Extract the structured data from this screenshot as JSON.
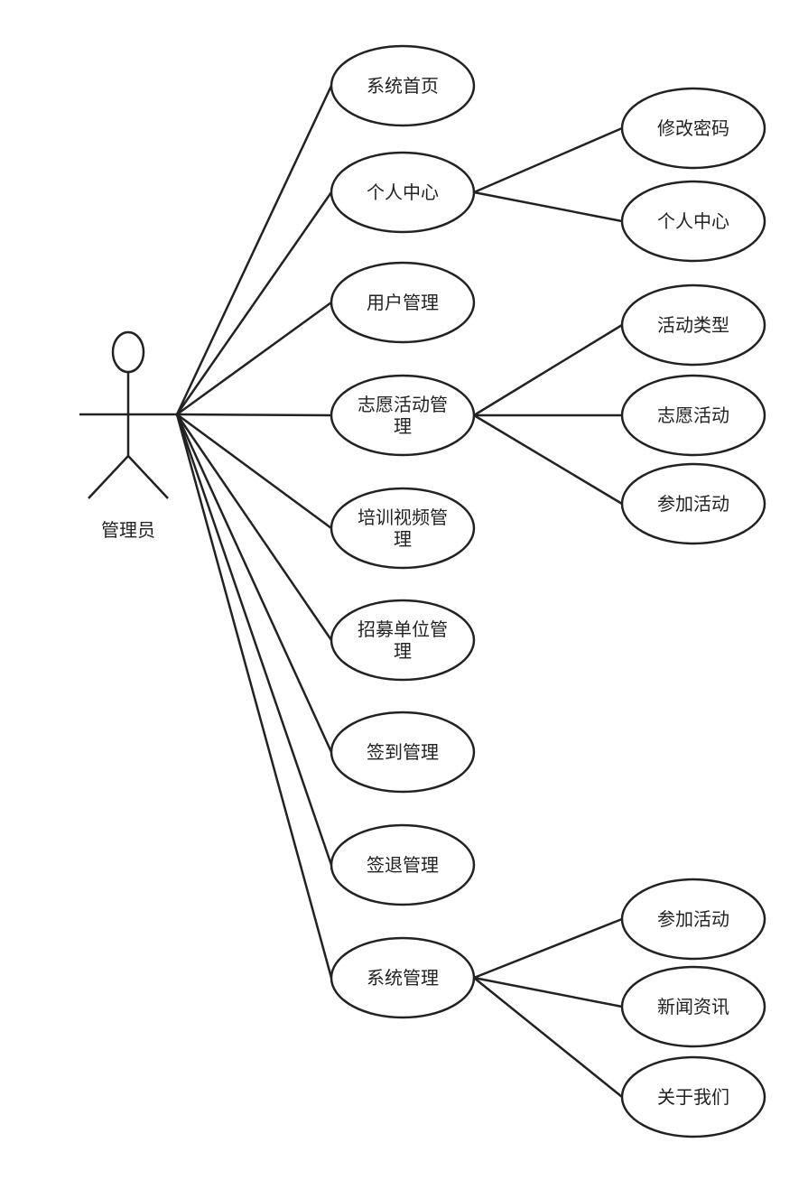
{
  "actor": {
    "label": "管理员"
  },
  "use_cases": [
    {
      "id": "home",
      "lines": [
        "系统首页"
      ],
      "children": []
    },
    {
      "id": "personal",
      "lines": [
        "个人中心"
      ],
      "children": [
        {
          "id": "change-password",
          "lines": [
            "修改密码"
          ]
        },
        {
          "id": "personal-center",
          "lines": [
            "个人中心"
          ]
        }
      ]
    },
    {
      "id": "user-mgmt",
      "lines": [
        "用户管理"
      ],
      "children": []
    },
    {
      "id": "volunteer-mgmt",
      "lines": [
        "志愿活动管",
        "理"
      ],
      "children": [
        {
          "id": "activity-type",
          "lines": [
            "活动类型"
          ]
        },
        {
          "id": "volunteer-activity",
          "lines": [
            "志愿活动"
          ]
        },
        {
          "id": "join-activity",
          "lines": [
            "参加活动"
          ]
        }
      ]
    },
    {
      "id": "training-video-mgmt",
      "lines": [
        "培训视频管",
        "理"
      ],
      "children": []
    },
    {
      "id": "recruit-unit-mgmt",
      "lines": [
        "招募单位管",
        "理"
      ],
      "children": []
    },
    {
      "id": "checkin-mgmt",
      "lines": [
        "签到管理"
      ],
      "children": []
    },
    {
      "id": "checkout-mgmt",
      "lines": [
        "签退管理"
      ],
      "children": []
    },
    {
      "id": "system-mgmt",
      "lines": [
        "系统管理"
      ],
      "children": [
        {
          "id": "sys-join-activity",
          "lines": [
            "参加活动"
          ]
        },
        {
          "id": "news",
          "lines": [
            "新闻资讯"
          ]
        },
        {
          "id": "about-us",
          "lines": [
            "关于我们"
          ]
        }
      ]
    }
  ]
}
